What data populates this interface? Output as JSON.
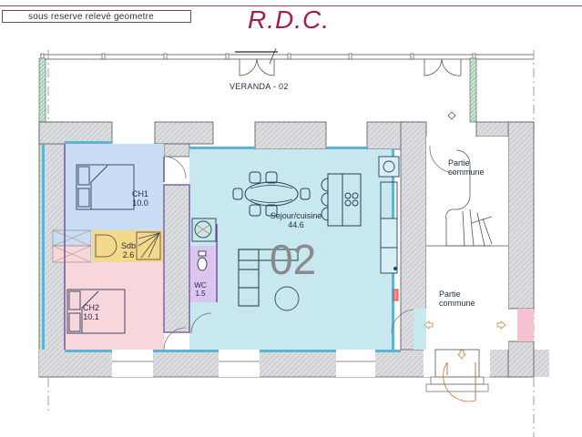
{
  "header": {
    "note": "sous reserve relevé geometre",
    "title": "R.D.C."
  },
  "plan": {
    "apartment_number": "02",
    "veranda_label": "VERANDA - 02",
    "colors": {
      "title": "#a01e4c",
      "living": "#c6e8ee",
      "bedroom1": "#c9ddf4",
      "bedroom2": "#f7d6dc",
      "bathroom": "#f5d98a",
      "wc": "#dcc6ee",
      "walls": "#d3d4d6",
      "insulation": "#5fb3d6",
      "partition": "#7a5aa8"
    },
    "rooms": [
      {
        "id": "ch1",
        "name": "CH1",
        "area": "10.0"
      },
      {
        "id": "ch2",
        "name": "CH2",
        "area": "10.1"
      },
      {
        "id": "sdb",
        "name": "Sdb",
        "area": "2.6"
      },
      {
        "id": "wc",
        "name": "WC",
        "area": "1.5"
      },
      {
        "id": "sejour",
        "name": "Sejour/cuisine",
        "area": "44.6"
      },
      {
        "id": "commune1",
        "name": "Partie commune",
        "area": ""
      },
      {
        "id": "commune2",
        "name": "Partie commune",
        "area": ""
      }
    ]
  }
}
